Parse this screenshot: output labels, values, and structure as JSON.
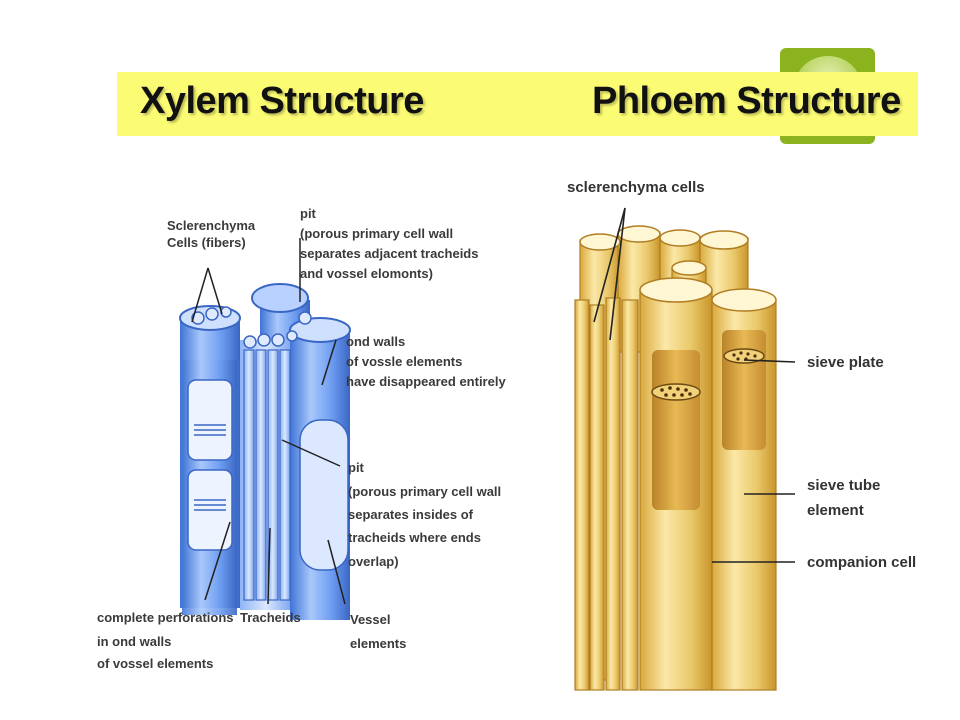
{
  "titles": {
    "xylem": "Xylem Structure",
    "phloem": "Phloem Structure"
  },
  "xylem_labels": {
    "sclerenchyma": [
      "Sclerenchyma",
      "Cells (fibers)"
    ],
    "pit_top": [
      "pit",
      "(porous primary cell wall",
      "separates adjacent tracheids",
      "and vossel elomonts)"
    ],
    "end_walls": [
      "ond walls",
      "of vossle elements",
      "have disappeared entirely"
    ],
    "pit_bottom": [
      "pit",
      "(porous primary cell wall",
      "separates insides of",
      "tracheids where ends",
      "overlap)"
    ],
    "perforations": [
      "complete perforations",
      "in ond walls",
      "of vossel elements"
    ],
    "tracheids": [
      "Tracheids"
    ],
    "vessel": [
      "Vessel",
      "elements"
    ]
  },
  "phloem_labels": {
    "sclerenchyma": "sclerenchyma cells",
    "sieve_plate": "sieve plate",
    "sieve_tube": [
      "sieve tube",
      "element"
    ],
    "companion": "companion cell"
  },
  "colors": {
    "title_bar": "#fbfb74",
    "accent": "#8ab31e",
    "xylem": "#5b8fe6",
    "phloem": "#e6c15e"
  }
}
